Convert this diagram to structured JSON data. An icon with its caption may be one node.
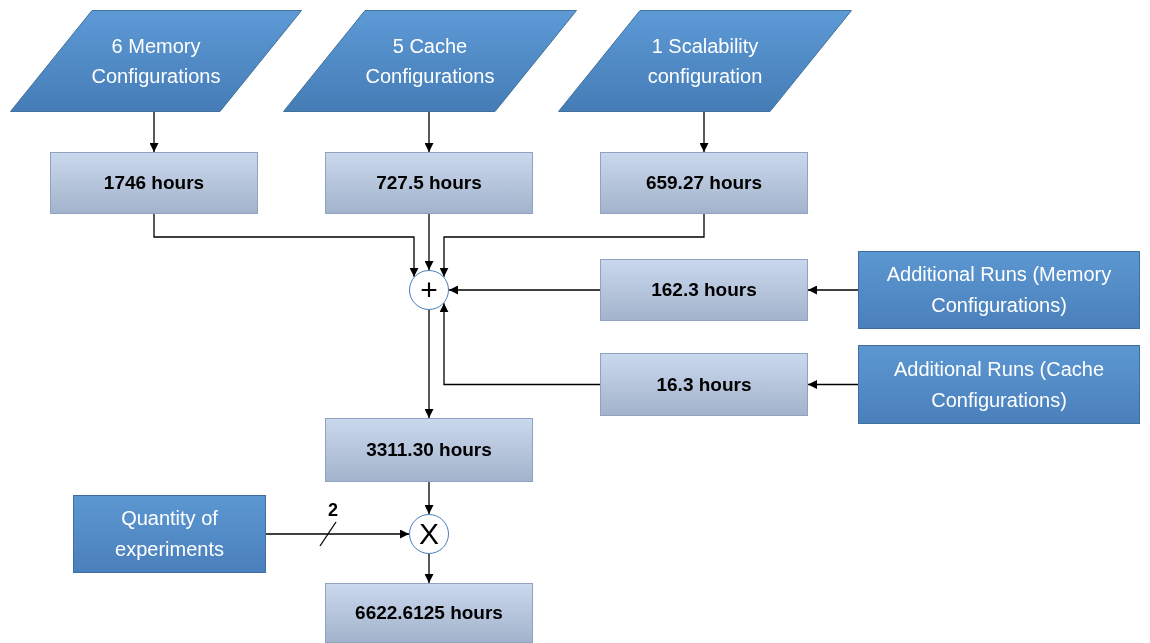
{
  "diagram": {
    "nodes": [
      {
        "text": [
          "6 Memory Configurations"
        ]
      },
      {
        "text": [
          "5 Cache Configurations"
        ]
      },
      {
        "text": [
          "1 Scalability configuration"
        ]
      },
      {
        "text": [
          "1746 hours"
        ]
      },
      {
        "text": [
          "727.5 hours"
        ]
      },
      {
        "text": [
          "659.27 hours"
        ]
      },
      {
        "text": [
          "+"
        ]
      },
      {
        "text": [
          "162.3 hours"
        ]
      },
      {
        "text": [
          "Additional Runs (Memory Configurations)"
        ]
      },
      {
        "text": [
          "16.3 hours"
        ]
      },
      {
        "text": [
          "Additional Runs (Cache Configurations)"
        ]
      },
      {
        "text": [
          "3311.30 hours"
        ]
      },
      {
        "text": [
          "X"
        ]
      },
      {
        "text": [
          "Quantity of experiments"
        ]
      },
      {
        "text": [
          "6622.6125 hours"
        ]
      }
    ],
    "edges": [
      {
        "from": 0,
        "to": 3,
        "arrow": "to"
      },
      {
        "from": 1,
        "to": 4,
        "arrow": "to"
      },
      {
        "from": 2,
        "to": 5,
        "arrow": "to"
      },
      {
        "from": 3,
        "to": 6,
        "arrow": "to"
      },
      {
        "from": 4,
        "to": 6,
        "arrow": "to"
      },
      {
        "from": 5,
        "to": 6,
        "arrow": "to"
      },
      {
        "from": 7,
        "to": 6,
        "arrow": "to"
      },
      {
        "from": 8,
        "to": 7,
        "arrow": "to"
      },
      {
        "from": 9,
        "to": 6,
        "arrow": "to"
      },
      {
        "from": 10,
        "to": 9,
        "arrow": "to"
      },
      {
        "from": 6,
        "to": 11,
        "arrow": "to"
      },
      {
        "from": 11,
        "to": 12,
        "arrow": "to"
      },
      {
        "from": 13,
        "to": 12,
        "arrow": "to",
        "label": "2"
      },
      {
        "from": 12,
        "to": 14,
        "arrow": "to"
      }
    ]
  }
}
